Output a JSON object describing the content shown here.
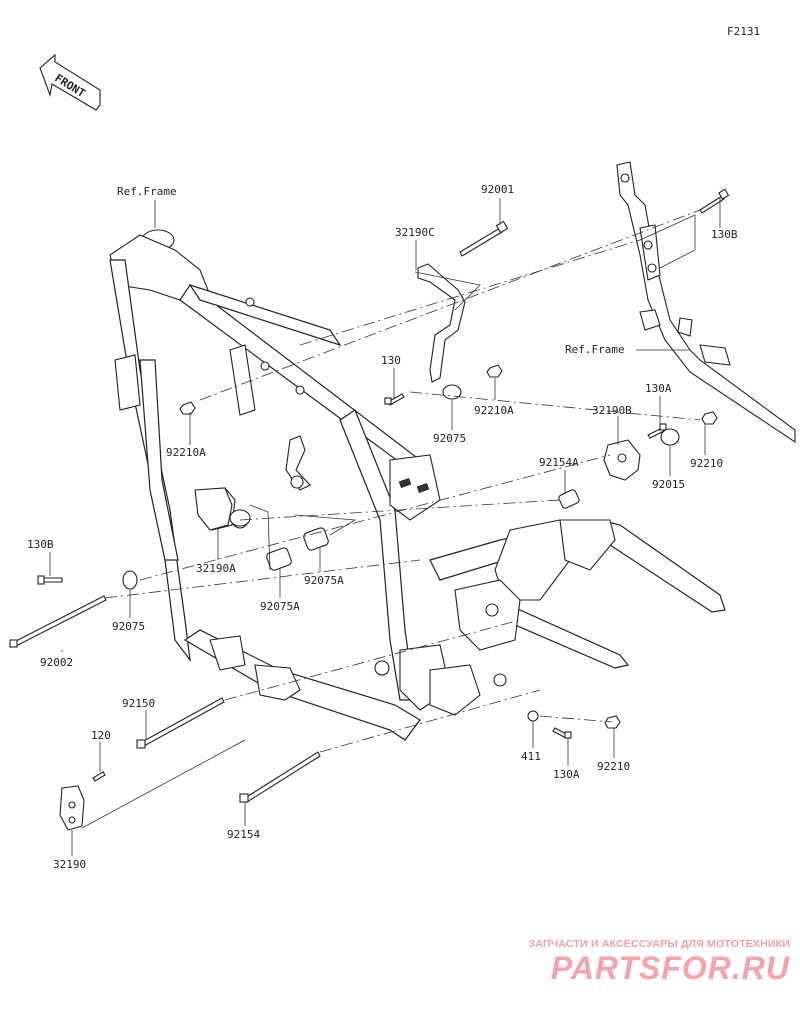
{
  "diagram_code": "F2131",
  "front_badge": "FRONT",
  "ref_frame_left": "Ref.Frame",
  "ref_frame_right": "Ref.Frame",
  "part_labels": {
    "p92001": "92001",
    "p130B_top": "130B",
    "p32190C": "32190C",
    "p130": "130",
    "p92210A_mid": "92210A",
    "p92075_mid": "92075",
    "p130A_top": "130A",
    "p32190B": "32190B",
    "p92210_top": "92210",
    "p92154A": "92154A",
    "p92015": "92015",
    "p92210A_left": "92210A",
    "p130B_left": "130B",
    "p32190A": "32190A",
    "p92075A_right": "92075A",
    "p92075A_left": "92075A",
    "p92075_left": "92075",
    "p92002": "92002",
    "p92150": "92150",
    "p120": "120",
    "p411": "411",
    "p130A_bottom": "130A",
    "p92210_bottom": "92210",
    "p92154": "92154",
    "p32190": "32190"
  },
  "watermark": {
    "tagline": "ЗАПЧАСТИ И АКСЕССУАРЫ ДЛЯ МОТОТЕХНИКИ",
    "logo": "PARTSFOR.RU"
  },
  "colors": {
    "line": "#333333",
    "watermark": "#f4a3a9"
  }
}
